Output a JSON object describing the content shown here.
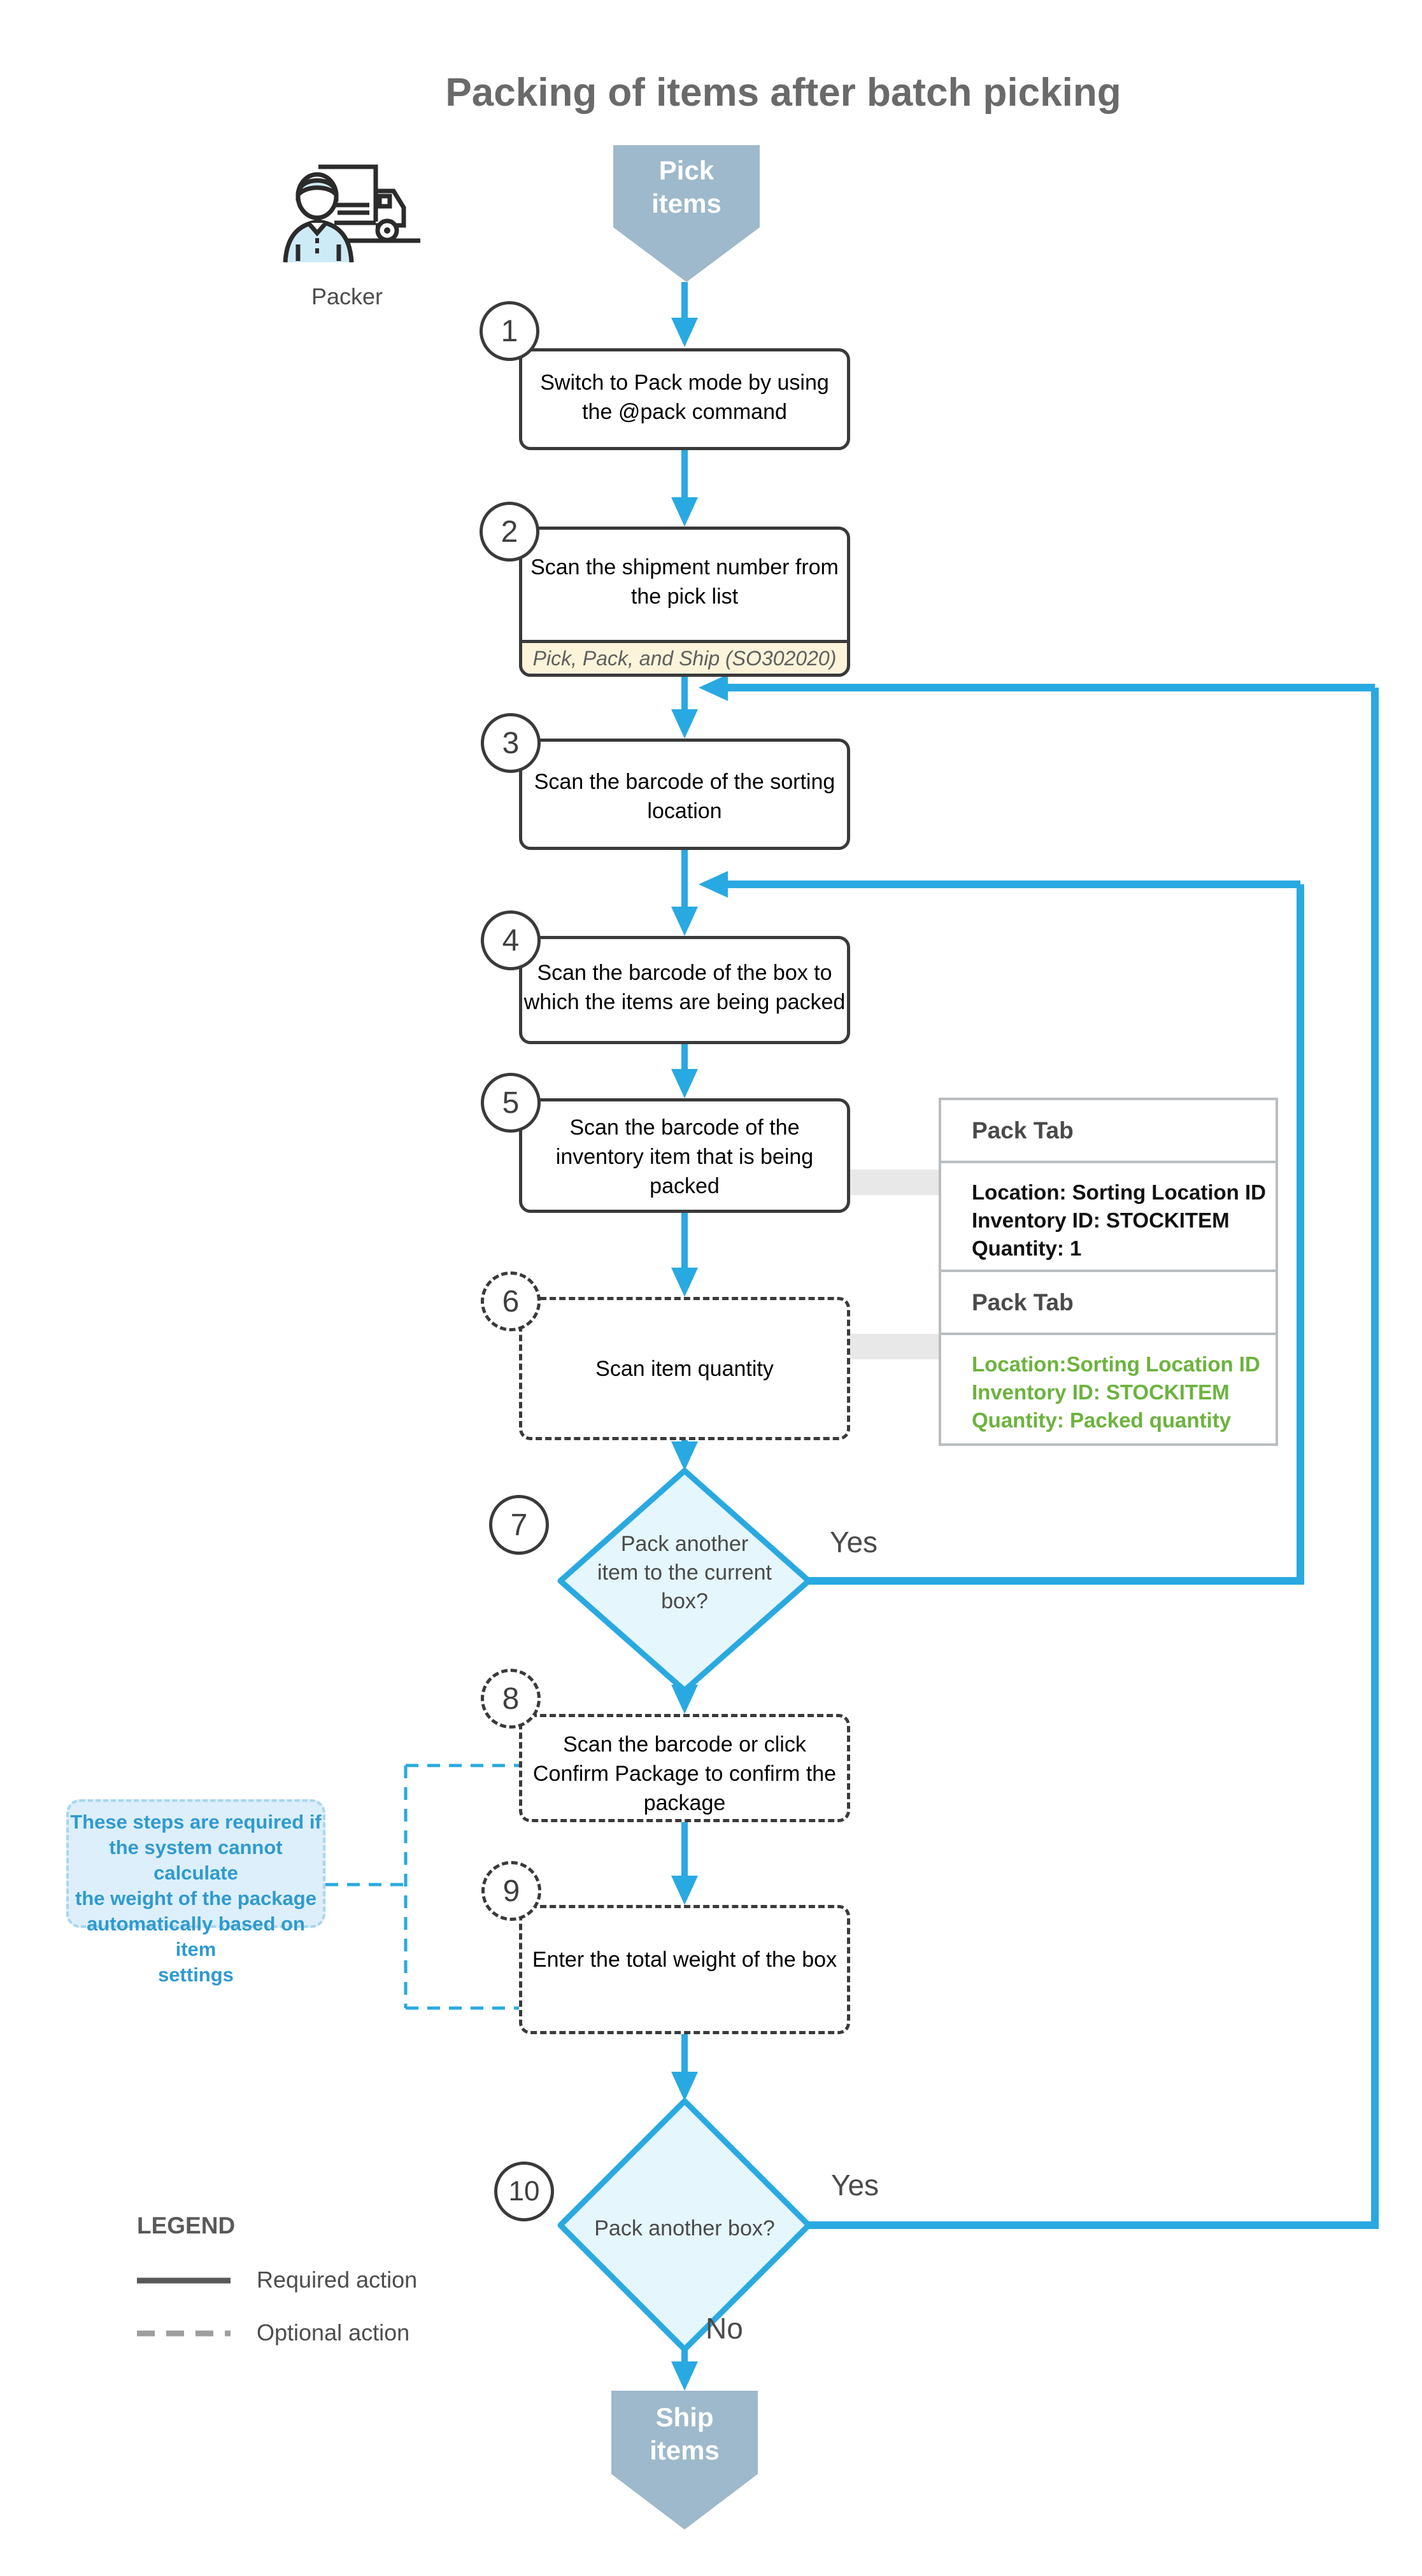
{
  "title": "Packing of items after batch picking",
  "actor": {
    "label": "Packer"
  },
  "start_terminal": {
    "text": "Pick\nitems"
  },
  "end_terminal": {
    "text": "Ship\nitems"
  },
  "steps": [
    {
      "num": "1",
      "text": "Switch to Pack mode by using\nthe @pack command",
      "optional": false
    },
    {
      "num": "2",
      "text": "Scan the shipment number from\nthe pick list",
      "annotation": "Pick, Pack, and Ship (SO302020)",
      "optional": false
    },
    {
      "num": "3",
      "text": "Scan the barcode of the sorting\nlocation",
      "optional": false
    },
    {
      "num": "4",
      "text": "Scan the barcode of the box to\nwhich the items are being packed",
      "optional": false
    },
    {
      "num": "5",
      "text": "Scan the barcode of the\ninventory item that is being\npacked",
      "optional": false
    },
    {
      "num": "6",
      "text": "Scan item quantity",
      "optional": true
    },
    {
      "num": "7",
      "text": "Pack another\nitem to the current\nbox?",
      "type": "decision",
      "optional": false
    },
    {
      "num": "8",
      "text": "Scan the barcode or click\nConfirm Package to confirm the\npackage",
      "optional": true
    },
    {
      "num": "9",
      "text": "Enter the total weight of the box",
      "optional": true
    },
    {
      "num": "10",
      "text": "Pack another box?",
      "type": "decision",
      "optional": false
    }
  ],
  "pack_tabs": [
    {
      "title": "Pack Tab",
      "lines": [
        "Location: Sorting Location ID",
        "Inventory ID: STOCKITEM",
        "Quantity: 1"
      ]
    },
    {
      "title": "Pack Tab",
      "lines": [
        "Location:Sorting  Location ID",
        "Inventory ID: STOCKITEM",
        "Quantity: Packed quantity"
      ]
    }
  ],
  "branch_labels": {
    "step7_yes": "Yes",
    "step10_yes": "Yes",
    "step10_no": "No"
  },
  "note": {
    "text": "These steps are required if\nthe system cannot calculate\nthe weight of the package\nautomatically based on item\nsettings"
  },
  "legend": {
    "title": "LEGEND",
    "required": "Required action",
    "optional": "Optional action"
  },
  "colors": {
    "flow_blue": "#29A9E1",
    "decision_fill": "#E6F6FD",
    "terminal_fill": "#9DB9CB",
    "annotation_fill": "#FBF4DA",
    "note_fill": "#DDEFFA",
    "note_text": "#2F9AD0",
    "green_text": "#6CB33E",
    "border_dark": "#3A3A3A",
    "title_gray": "#6A6A6A"
  }
}
